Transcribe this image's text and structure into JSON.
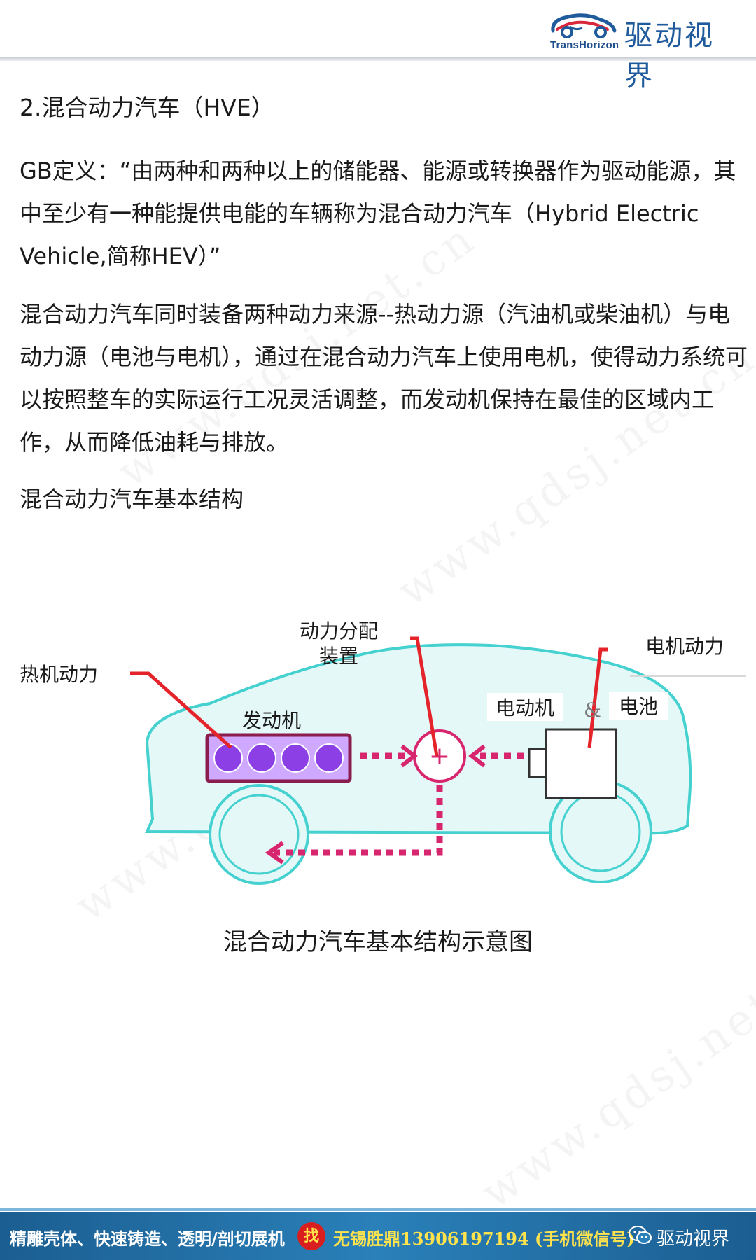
{
  "header": {
    "logo_name": "驱动视界",
    "logo_sub": "TransHorizon"
  },
  "watermark": "www.qdsj.net.cn",
  "article": {
    "heading": "2.混合动力汽车（HVE）",
    "definition": "GB定义：“由两种和两种以上的储能器、能源或转换器作为驱动能源，其中至少有一种能提供电能的车辆称为混合动力汽车（Hybrid Electric Vehicle,简称HEV）”",
    "description": "混合动力汽车同时装备两种动力来源--热动力源（汽油机或柴油机）与电动力源（电池与电机），通过在混合动力汽车上使用电机，使得动力系统可以按照整车的实际运行工况灵活调整，而发动机保持在最佳的区域内工作，从而降低油耗与排放。",
    "subtitle": "混合动力汽车基本结构"
  },
  "diagram": {
    "labels": {
      "heat_power": "热机动力",
      "engine": "发动机",
      "power_split_1": "动力分配",
      "power_split_2": "装置",
      "motor_power": "电机动力",
      "motor": "电动机",
      "amp": "&",
      "battery": "电池"
    },
    "colors": {
      "car_outline": "#45d1cf",
      "car_fill": "#e4f8f8",
      "engine_box": "#8b1d4e",
      "cylinder": "#8d3fe6",
      "arrow": "#d8266e",
      "callout": "#e5232a"
    },
    "cylinder_count": 4,
    "caption": "混合动力汽车基本结构示意图"
  },
  "footer": {
    "ad": "精雕壳体、快速铸造、透明/剖切展机",
    "find": "找",
    "contact": "无锡胜鼎13906197194 (手机微信号)",
    "brand": "驱动视界"
  }
}
